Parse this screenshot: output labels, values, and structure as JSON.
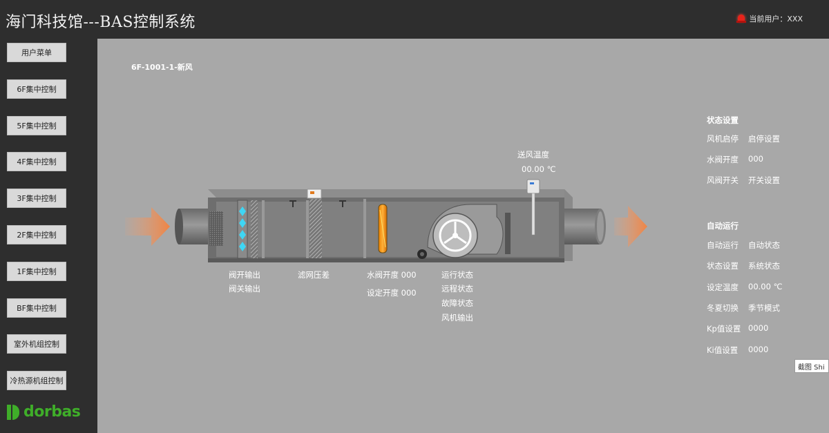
{
  "header": {
    "title": "海门科技馆---BAS控制系统",
    "user_label": "当前用户：XXX"
  },
  "sidebar": {
    "items": [
      "用户菜单",
      "6F集中控制",
      "5F集中控制",
      "4F集中控制",
      "3F集中控制",
      "2F集中控制",
      "1F集中控制",
      "BF集中控制",
      "室外机组控制",
      "冷热源机组控制"
    ]
  },
  "logo": {
    "text": "dorbas"
  },
  "unit": {
    "title": "6F-1001-1-新风"
  },
  "sensor": {
    "label": "送风温度",
    "value": "00.00 ℃"
  },
  "labels": {
    "valve_open": "阀开输出",
    "valve_close": "阀关输出",
    "filter": "滤网压差",
    "water_valve": "水阀开度 000",
    "set_open": "设定开度 000",
    "run_status": "运行状态",
    "remote_status": "远程状态",
    "fault_status": "故障状态",
    "fan_output": "风机输出"
  },
  "right_panel": {
    "state_heading": "状态设置",
    "state_rows": [
      {
        "label": "风机启停",
        "value": "启停设置"
      },
      {
        "label": "水阀开度",
        "value": "000"
      },
      {
        "label": "风阀开关",
        "value": "开关设置"
      }
    ],
    "auto_heading": "自动运行",
    "auto_rows": [
      {
        "label": "自动运行",
        "value": "自动状态"
      },
      {
        "label": "状态设置",
        "value": "系统状态"
      },
      {
        "label": "设定温度",
        "value": "00.00 ℃"
      },
      {
        "label": "冬夏切换",
        "value": "季节模式"
      },
      {
        "label": "Kp值设置",
        "value": "0000"
      },
      {
        "label": "Ki值设置",
        "value": "0000"
      }
    ]
  },
  "tooltip": {
    "text": "截图 Shi"
  },
  "colors": {
    "sidebar_bg": "#2e2e2e",
    "canvas_bg": "#a8a8a8",
    "arrow": "#f28a4a",
    "brand_green": "#3fae29",
    "alarm_red": "#e8231a"
  }
}
